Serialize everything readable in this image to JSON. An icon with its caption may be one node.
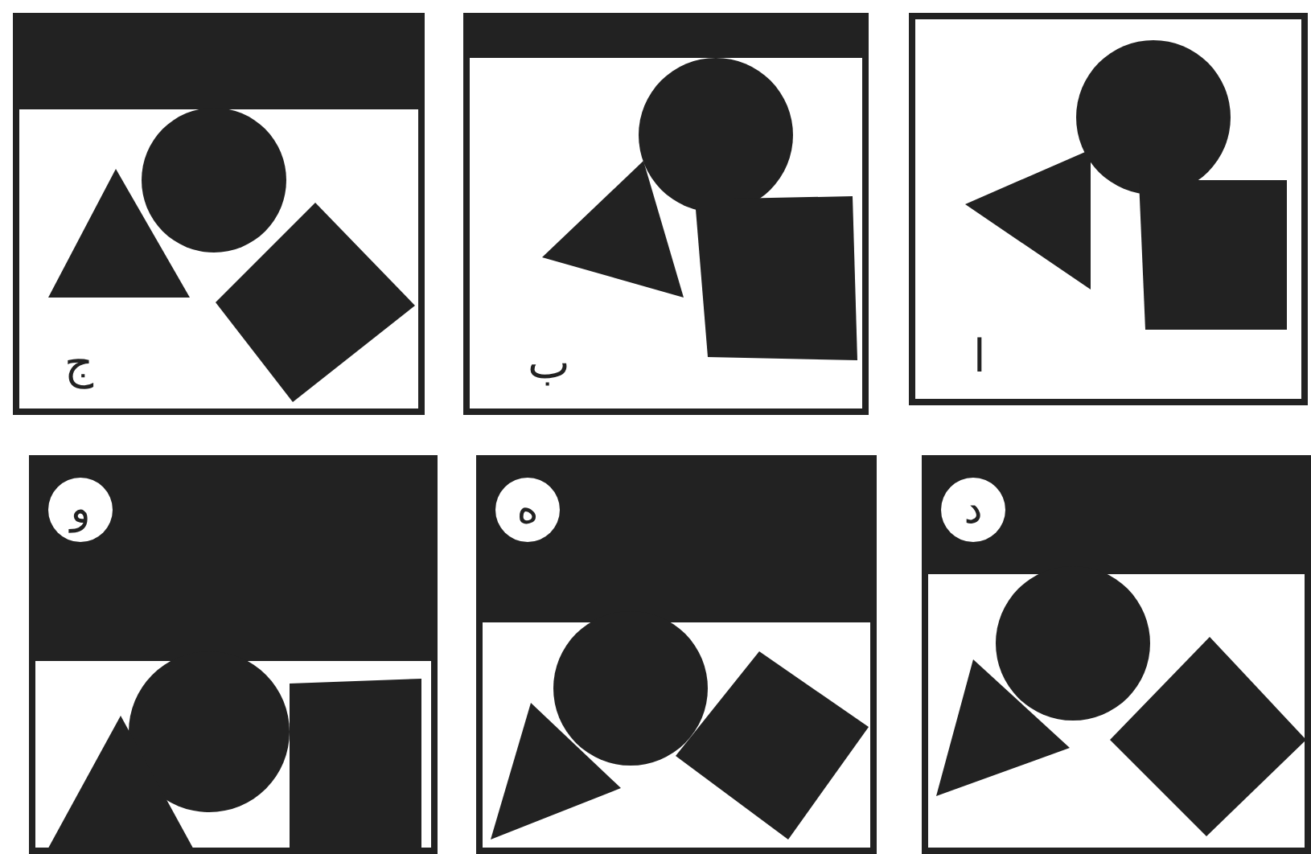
{
  "diagram": {
    "nodes": [
      {
        "text": [
          "ا"
        ]
      },
      {
        "text": [
          "ب"
        ]
      },
      {
        "text": [
          "ج"
        ]
      },
      {
        "text": [
          "د"
        ]
      },
      {
        "text": [
          "ه"
        ]
      },
      {
        "text": [
          "و"
        ]
      }
    ]
  }
}
